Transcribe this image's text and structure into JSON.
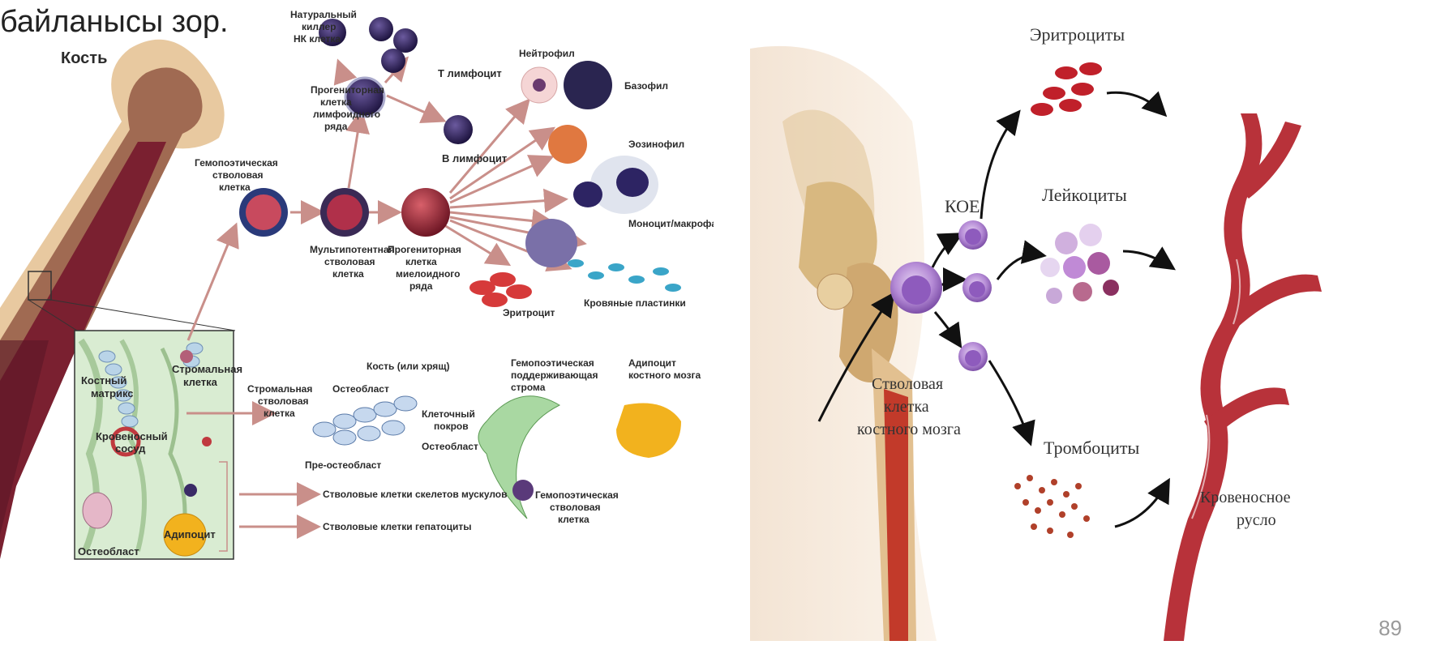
{
  "slide": {
    "title": "байланысы зор.",
    "page_number": "89"
  },
  "left": {
    "bone": "Кость",
    "nk": [
      "Натуральный",
      "киллер",
      "НК клетка"
    ],
    "t_lymph": "Т лимфоцит",
    "b_lymph": "В лимфоцит",
    "lymph_prog": [
      "Прогениторная",
      "клетка",
      "лимфоидного",
      "ряда"
    ],
    "hsc": [
      "Гемопоэтическая",
      "стволовая",
      "клетка"
    ],
    "multipotent": [
      "Мультипотентная",
      "стволовая",
      "клетка"
    ],
    "myeloid_prog": [
      "Прогениторная",
      "клетка",
      "миелоидного",
      "ряда"
    ],
    "neutrophil": "Нейтрофил",
    "basophil": "Базофил",
    "eosinophil": "Эозинофил",
    "monocyte": "Моноцит/макрофаг",
    "platelets": "Кровяные пластинки",
    "erythrocyte": "Эритроцит",
    "bone_matrix": [
      "Костный",
      "матрикс"
    ],
    "stromal_cell": [
      "Стромальная",
      "клетка"
    ],
    "blood_vessel": [
      "Кровеносный",
      "сосуд"
    ],
    "adipocyte_inset": "Адипоцит",
    "osteoblast_inset": "Остеобласт",
    "stromal_stem": [
      "Стромальная",
      "стволовая",
      "клетка"
    ],
    "bone_or_cartilage": "Кость (или хрящ)",
    "osteoblast_a": "Остеобласт",
    "cell_cover": [
      "Клеточный",
      "покров"
    ],
    "osteoblast_b": "Остеобласт",
    "preosteoblast": "Пре-остеобласт",
    "hemo_stroma": [
      "Гемопоэтическая",
      "поддерживающая",
      "строма"
    ],
    "adipocyte_marrow": [
      "Адипоцит",
      "костного мозга"
    ],
    "hsc2": [
      "Гемопоэтическая",
      "стволовая",
      "клетка"
    ],
    "skeletal_muscle": "Стволовые клетки скелетов мускулов",
    "hepatocytes": "Стволовые клетки гепатоциты"
  },
  "right": {
    "erythrocytes": "Эритроциты",
    "leukocytes": "Лейкоциты",
    "koe": "КОЕ",
    "stem": [
      "Стволовая",
      "клетка",
      "костного мозга"
    ],
    "thrombocytes": "Тромбоциты",
    "bloodstream": [
      "Кровеносное",
      "русло"
    ]
  },
  "colors": {
    "bone_tan": "#e8c9a0",
    "marrow_red": "#7a2030",
    "cell_purple": "#3a2a66",
    "arrow_pink": "#c98f8a",
    "vessel_red": "#b8323a",
    "stem_violet": "#b58bd6"
  }
}
